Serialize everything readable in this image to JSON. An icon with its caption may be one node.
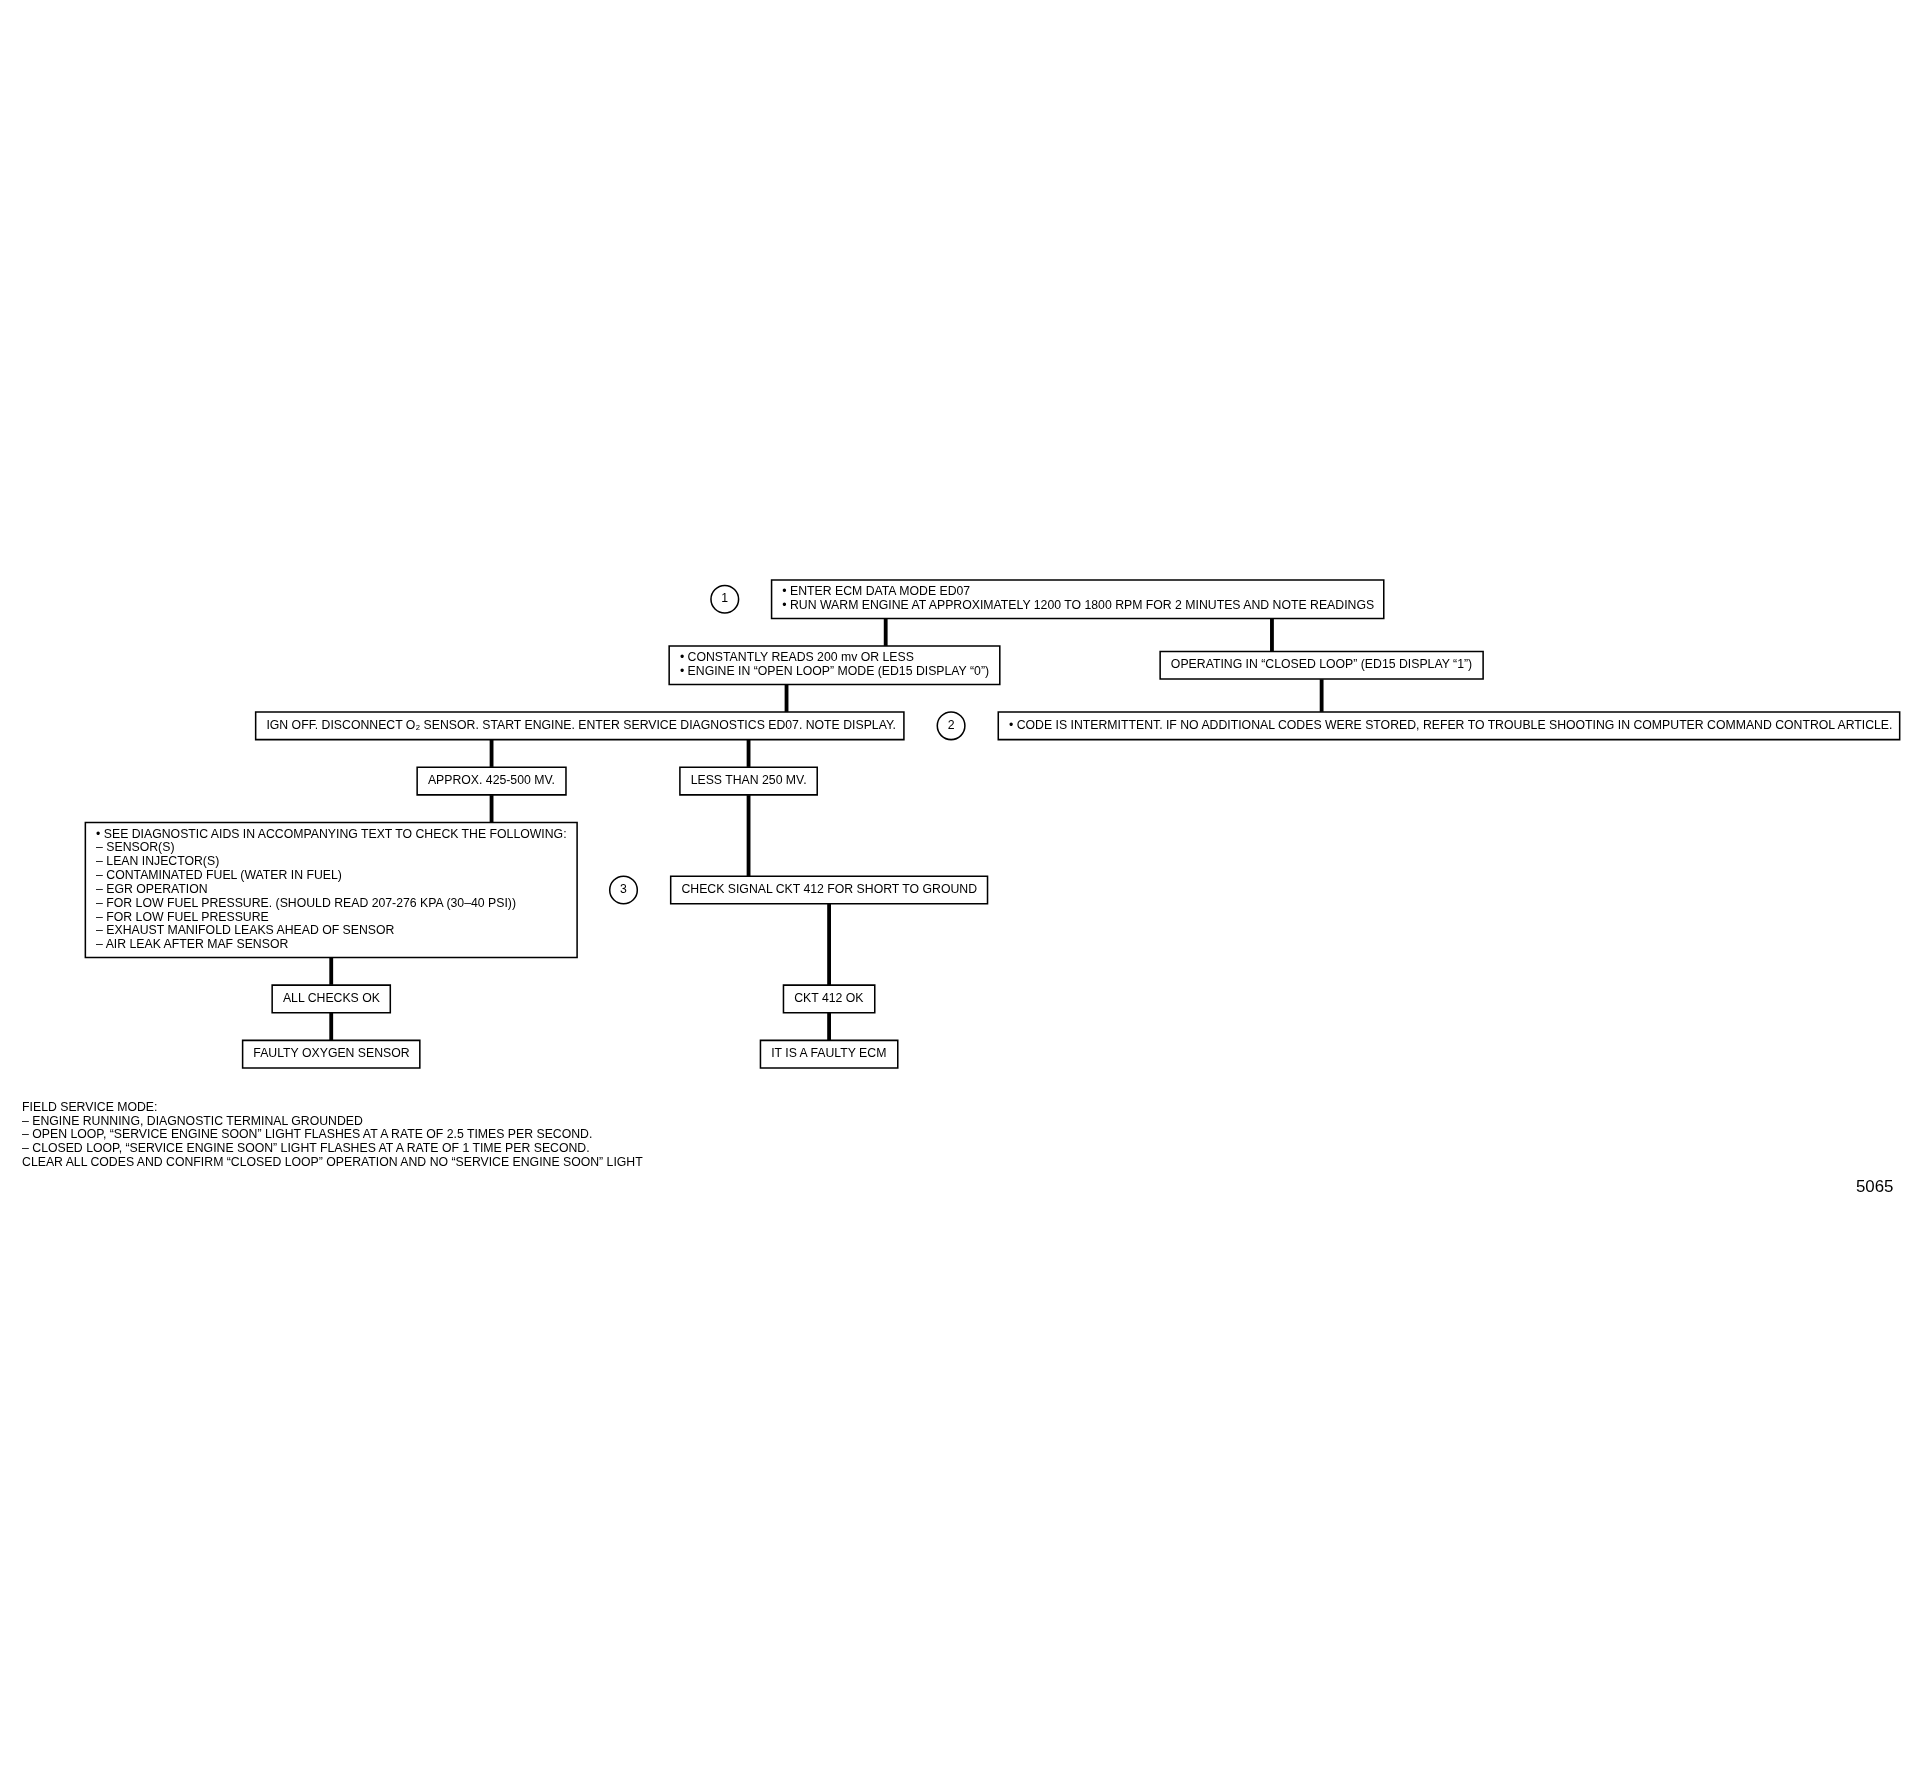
{
  "diagram": {
    "caption": "5065",
    "nodes": [
      {
        "text": [
          "• ENTER ECM DATA MODE ED07",
          "• RUN WARM ENGINE AT APPROXIMATELY 1200 TO 1800 RPM FOR 2 MINUTES AND NOTE READINGS"
        ],
        "beside": [
          "1"
        ]
      },
      {
        "text": [
          "• CONSTANTLY READS 200 mv OR LESS",
          "• ENGINE IN “OPEN LOOP” MODE (ED15 DISPLAY “0”)"
        ]
      },
      {
        "text": [
          "OPERATING IN “CLOSED LOOP” (ED15 DISPLAY “1”)"
        ]
      },
      {
        "text": [
          "IGN OFF. DISCONNECT O₂ SENSOR. START ENGINE. ENTER SERVICE DIAGNOSTICS ED07. NOTE DISPLAY."
        ],
        "beside": [
          "2"
        ]
      },
      {
        "text": [
          "• CODE IS INTERMITTENT. IF NO ADDITIONAL CODES WERE STORED, REFER TO TROUBLE SHOOTING IN COMPUTER COMMAND CONTROL ARTICLE."
        ]
      },
      {
        "text": [
          "APPROX. 425-500 MV."
        ]
      },
      {
        "text": [
          "LESS THAN 250 MV."
        ]
      },
      {
        "text": [
          "• SEE DIAGNOSTIC AIDS IN ACCOMPANYING TEXT TO CHECK THE FOLLOWING:",
          "– SENSOR(S)",
          "– LEAN INJECTOR(S)",
          "– CONTAMINATED FUEL (WATER IN FUEL)",
          "– EGR OPERATION",
          "– FOR LOW FUEL PRESSURE. (SHOULD READ 207-276 KPA (30–40 PSI))",
          "– FOR LOW FUEL PRESSURE",
          "– EXHAUST MANIFOLD LEAKS AHEAD OF SENSOR",
          "– AIR LEAK AFTER MAF SENSOR"
        ],
        "beside": [
          "3"
        ]
      },
      {
        "text": [
          "CHECK SIGNAL CKT 412 FOR SHORT TO GROUND"
        ]
      },
      {
        "text": [
          "CKT 412 OK"
        ]
      },
      {
        "text": [
          "ALL CHECKS OK"
        ]
      },
      {
        "text": [
          "IT IS A FAULTY ECM"
        ]
      },
      {
        "text": [
          "FAULTY OXYGEN SENSOR"
        ]
      }
    ],
    "edges": [
      {
        "from": 0,
        "to": 1,
        "arrow": "none"
      },
      {
        "from": 0,
        "to": 2,
        "arrow": "none"
      },
      {
        "from": 1,
        "to": 3,
        "arrow": "none"
      },
      {
        "from": 2,
        "to": 4,
        "arrow": "none"
      },
      {
        "from": 3,
        "to": 5,
        "arrow": "none"
      },
      {
        "from": 3,
        "to": 6,
        "arrow": "none"
      },
      {
        "from": 5,
        "to": 7,
        "arrow": "none"
      },
      {
        "from": 6,
        "to": 8,
        "arrow": "none"
      },
      {
        "from": 8,
        "to": 9,
        "arrow": "none"
      },
      {
        "from": 9,
        "to": 11,
        "arrow": "none"
      },
      {
        "from": 7,
        "to": 10,
        "arrow": "none"
      },
      {
        "from": 10,
        "to": 12,
        "arrow": "none"
      }
    ],
    "labels": [
      "FIELD SERVICE MODE:",
      "– ENGINE RUNNING, DIAGNOSTIC TERMINAL GROUNDED",
      "– OPEN LOOP, “SERVICE ENGINE SOON” LIGHT FLASHES AT A RATE OF 2.5 TIMES PER SECOND.",
      "– CLOSED LOOP, “SERVICE ENGINE SOON” LIGHT FLASHES AT A RATE OF 1 TIME PER SECOND.",
      "CLEAR ALL CODES AND CONFIRM “CLOSED LOOP” OPERATION AND NO “SERVICE ENGINE SOON” LIGHT"
    ]
  }
}
